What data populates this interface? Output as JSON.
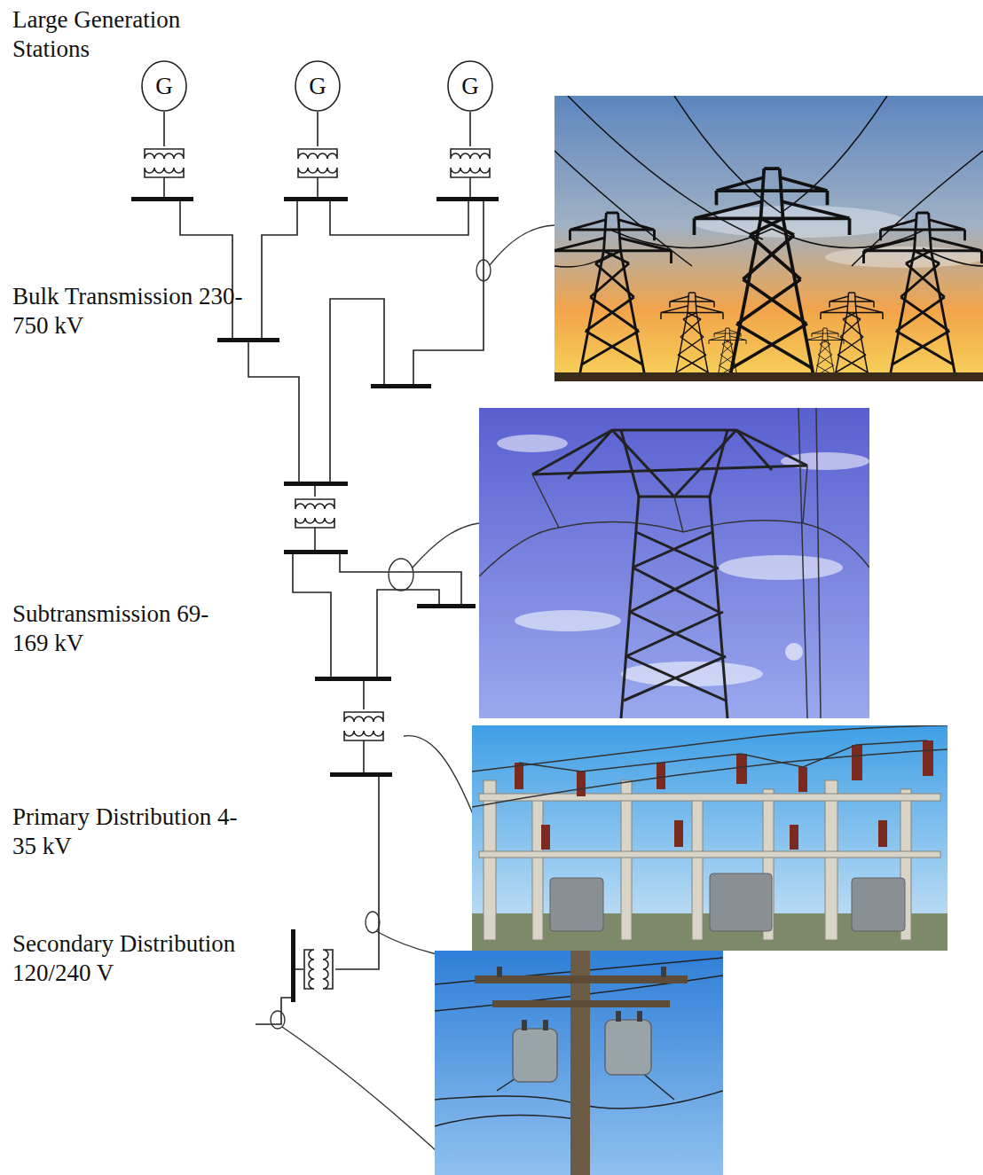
{
  "diagram": {
    "nodes": [
      {
        "text": [
          "G"
        ]
      },
      {
        "text": [
          "G"
        ]
      },
      {
        "text": [
          "G"
        ]
      }
    ],
    "labels": [
      "Large Generation Stations",
      "Bulk Transmission 230-750 kV",
      "Subtransmission 69-169 kV",
      "Primary Distribution 4-35 kV",
      "Secondary Distribution 120/240 V"
    ]
  }
}
